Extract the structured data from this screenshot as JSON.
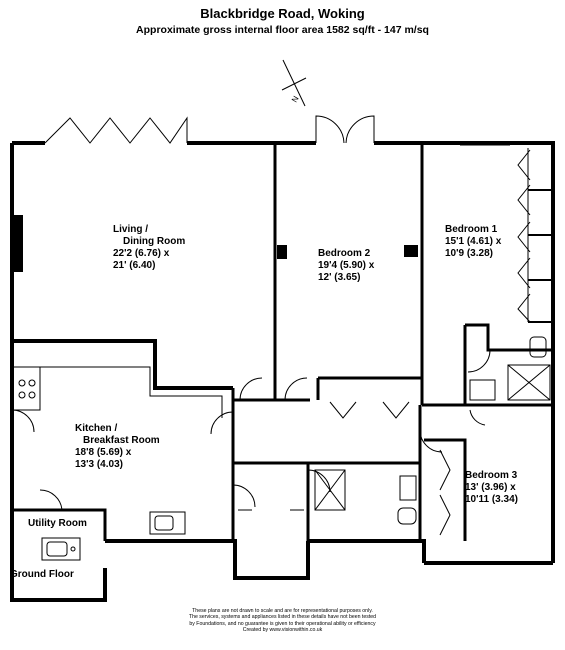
{
  "header": {
    "title": "Blackbridge Road, Woking",
    "subtitle": "Approximate gross internal floor area 1582 sq/ft - 147 m/sq"
  },
  "compass": {
    "label": "N"
  },
  "rooms": {
    "living": {
      "name_line1": "Living /",
      "name_line2": "Dining Room",
      "dim_line1": "22'2 (6.76) x",
      "dim_line2": "21' (6.40)"
    },
    "bedroom2": {
      "name": "Bedroom 2",
      "dim_line1": "19'4 (5.90) x",
      "dim_line2": "12' (3.65)"
    },
    "bedroom1": {
      "name": "Bedroom 1",
      "dim_line1": "15'1 (4.61) x",
      "dim_line2": "10'9 (3.28)"
    },
    "kitchen": {
      "name_line1": "Kitchen /",
      "name_line2": "Breakfast Room",
      "dim_line1": "18'8 (5.69) x",
      "dim_line2": "13'3 (4.03)"
    },
    "bedroom3": {
      "name": "Bedroom 3",
      "dim_line1": "13' (3.96) x",
      "dim_line2": "10'11 (3.34)"
    },
    "utility": {
      "name": "Utility Room"
    }
  },
  "floor_label": "Ground Floor",
  "footer": {
    "line1": "These plans are not drawn to scale and are for representational purposes only.",
    "line2": "The services, systems and appliances listed in these details have not been tested",
    "line3": "by Foundations, and no guarantee is given to their operational ability or efficiency",
    "line4": "Created by www.visionwithin.co.uk"
  }
}
